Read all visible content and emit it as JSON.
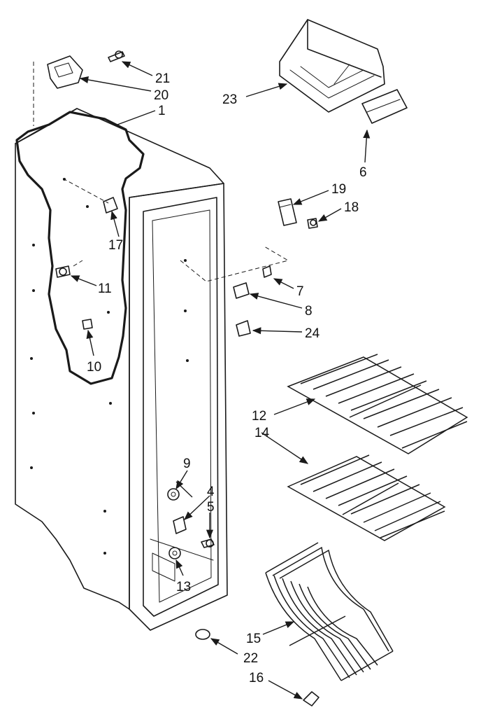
{
  "callouts": [
    {
      "key": "c21",
      "text": "21"
    },
    {
      "key": "c20",
      "text": "20"
    },
    {
      "key": "c1",
      "text": "1"
    },
    {
      "key": "c23",
      "text": "23"
    },
    {
      "key": "c6",
      "text": "6"
    },
    {
      "key": "c19",
      "text": "19"
    },
    {
      "key": "c18",
      "text": "18"
    },
    {
      "key": "c17",
      "text": "17"
    },
    {
      "key": "c11",
      "text": "11"
    },
    {
      "key": "c7",
      "text": "7"
    },
    {
      "key": "c8",
      "text": "8"
    },
    {
      "key": "c24",
      "text": "24"
    },
    {
      "key": "c10",
      "text": "10"
    },
    {
      "key": "c12",
      "text": "12"
    },
    {
      "key": "c14",
      "text": "14"
    },
    {
      "key": "c9",
      "text": "9"
    },
    {
      "key": "c4",
      "text": "4"
    },
    {
      "key": "c5",
      "text": "5"
    },
    {
      "key": "c13",
      "text": "13"
    },
    {
      "key": "c15",
      "text": "15"
    },
    {
      "key": "c22",
      "text": "22"
    },
    {
      "key": "c16",
      "text": "16"
    }
  ]
}
